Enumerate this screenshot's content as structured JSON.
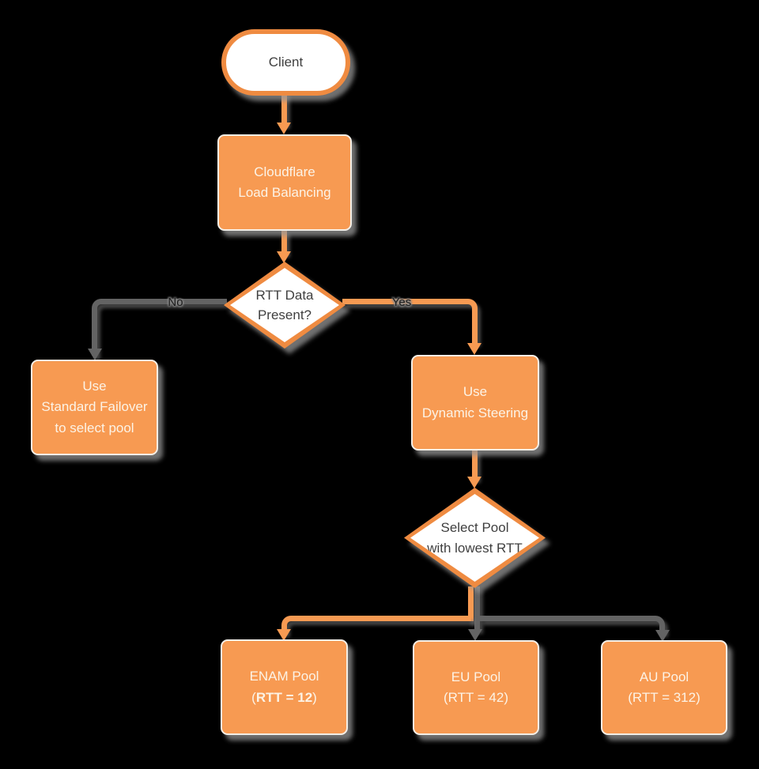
{
  "colors": {
    "bg": "#000000",
    "orange": "#F79A52",
    "orange-stroke": "#EF8B41",
    "gray-edge": "#636363",
    "text-light": "#FCF3E6",
    "text-dark": "#3F3F3F"
  },
  "nodes": {
    "client": {
      "label": "Client"
    },
    "load_balancer": {
      "lines": [
        "Cloudflare",
        "Load Balancing"
      ]
    },
    "rtt_decision": {
      "lines": [
        "RTT Data",
        "Present?"
      ]
    },
    "standard_failover": {
      "lines": [
        "Use",
        "Standard Failover",
        "to select pool"
      ]
    },
    "dynamic_steering": {
      "lines": [
        "Use",
        "Dynamic Steering"
      ]
    },
    "select_pool": {
      "lines": [
        "Select Pool",
        "with lowest RTT"
      ]
    },
    "enam_pool": {
      "title": "ENAM Pool",
      "value_open": "(",
      "value_bold": "RTT = 12",
      "value_close": ")"
    },
    "eu_pool": {
      "title": "EU Pool",
      "value": "(RTT = 42)"
    },
    "au_pool": {
      "title": "AU Pool",
      "value": "(RTT = 312)"
    }
  },
  "edge_labels": {
    "no": "No",
    "yes": "Yes"
  }
}
